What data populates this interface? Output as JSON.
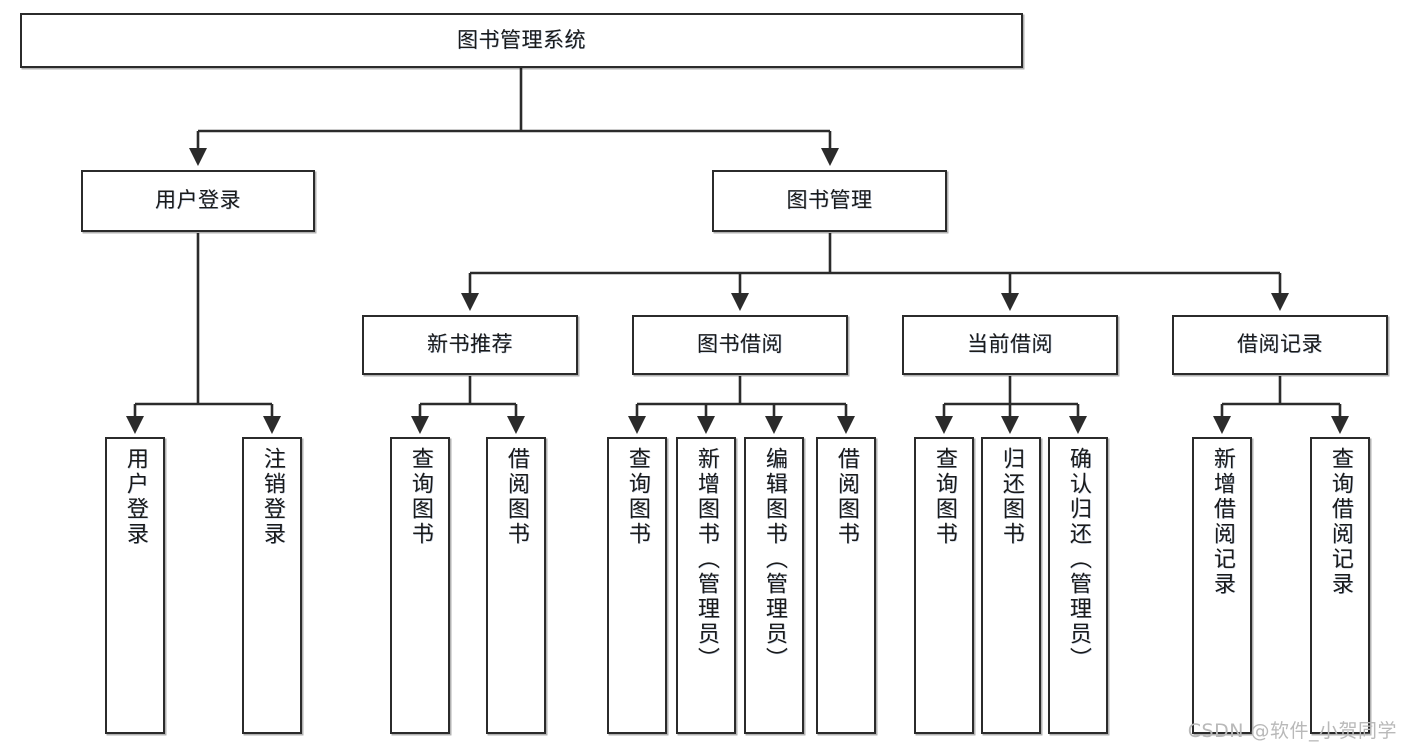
{
  "diagram": {
    "type": "tree-hierarchy",
    "title": "图书管理系统",
    "orientation": "top-down",
    "colors": {
      "box_border": "#2b2b2b",
      "box_fill": "#ffffff",
      "connector": "#2b2b2b",
      "text": "#1a1a1a",
      "watermark": "#b9b9b9",
      "background": "#ffffff"
    },
    "watermark": "CSDN @软件_小贺同学",
    "nodes": {
      "root": {
        "label": "图书管理系统",
        "level": 0
      },
      "level1": [
        {
          "id": "user-login",
          "label": "用户登录"
        },
        {
          "id": "book-manage",
          "label": "图书管理"
        }
      ],
      "level2": [
        {
          "id": "new-book-rec",
          "label": "新书推荐",
          "parent": "book-manage"
        },
        {
          "id": "book-borrow",
          "label": "图书借阅",
          "parent": "book-manage"
        },
        {
          "id": "current-borrow",
          "label": "当前借阅",
          "parent": "book-manage"
        },
        {
          "id": "borrow-record",
          "label": "借阅记录",
          "parent": "book-manage"
        }
      ],
      "leaves": {
        "user-login": [
          {
            "id": "leaf-user-login",
            "label": "用户登录"
          },
          {
            "id": "leaf-logout",
            "label": "注销登录"
          }
        ],
        "new-book-rec": [
          {
            "id": "leaf-query-book-1",
            "label": "查询图书"
          },
          {
            "id": "leaf-borrow-book-1",
            "label": "借阅图书"
          }
        ],
        "book-borrow": [
          {
            "id": "leaf-query-book-2",
            "label": "查询图书"
          },
          {
            "id": "leaf-add-book",
            "label": "新增图书（管理员）"
          },
          {
            "id": "leaf-edit-book",
            "label": "编辑图书（管理员）"
          },
          {
            "id": "leaf-borrow-book-2",
            "label": "借阅图书"
          }
        ],
        "current-borrow": [
          {
            "id": "leaf-query-book-3",
            "label": "查询图书"
          },
          {
            "id": "leaf-return-book",
            "label": "归还图书"
          },
          {
            "id": "leaf-confirm-return",
            "label": "确认归还（管理员）"
          }
        ],
        "borrow-record": [
          {
            "id": "leaf-add-record",
            "label": "新增借阅记录"
          },
          {
            "id": "leaf-query-record",
            "label": "查询借阅记录"
          }
        ]
      }
    }
  }
}
